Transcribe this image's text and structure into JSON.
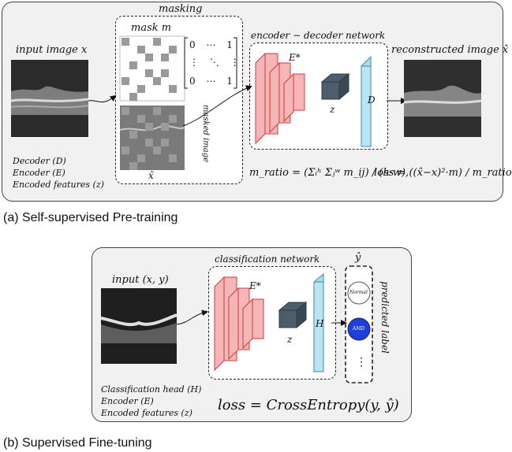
{
  "panel_a": {
    "caption": "(a) Self-supervised Pre-training",
    "input_label": "input image x",
    "masking_label": "masking",
    "mask_label": "mask m",
    "matrix_row1": "0 ⋯ 1",
    "matrix_row2": "⋮ ⋱ ⋮",
    "matrix_row3": "0 ⋯ 1",
    "masked_image_label": "masked image",
    "x_tilde": "x̃",
    "network_label": "encoder − decoder network",
    "encoder_symbol": "E*",
    "latent_symbol": "z",
    "decoder_symbol": "D",
    "output_label": "reconstructed image x̂",
    "legend": [
      "Decoder (D)",
      "Encoder (E)",
      "Encoded features (z)"
    ],
    "mratio_formula": "m_ratio = (Σᵢʰ Σⱼʷ m_ij) / (h·w),",
    "loss_formula": "loss = ((x̂−x)²·m) / m_ratio"
  },
  "panel_b": {
    "caption": "(b) Supervised Fine-tuning",
    "input_label": "input (x, y)",
    "network_label": "classification network",
    "encoder_symbol": "E*",
    "latent_symbol": "z",
    "head_symbol": "H",
    "y_hat": "ŷ",
    "class_normal": "Normal",
    "class_amd": "AMD",
    "more_classes": "⋮",
    "predicted_label": "predicted label",
    "legend": [
      "Classification head (H)",
      "Encoder (E)",
      "Encoded features (z)"
    ],
    "loss_formula": "loss = CrossEntropy(y, ŷ)"
  },
  "colors": {
    "encoder_fill": "#f4b6b6",
    "encoder_stroke": "#d23a3a",
    "latent_fill": "#4e5d6c",
    "head_fill": "#a9dcec",
    "head_stroke": "#3a8db0",
    "amd_fill": "#1f3fd6",
    "panel_bg": "#f1f1f1",
    "mask_gray": "#9a9a9a"
  }
}
